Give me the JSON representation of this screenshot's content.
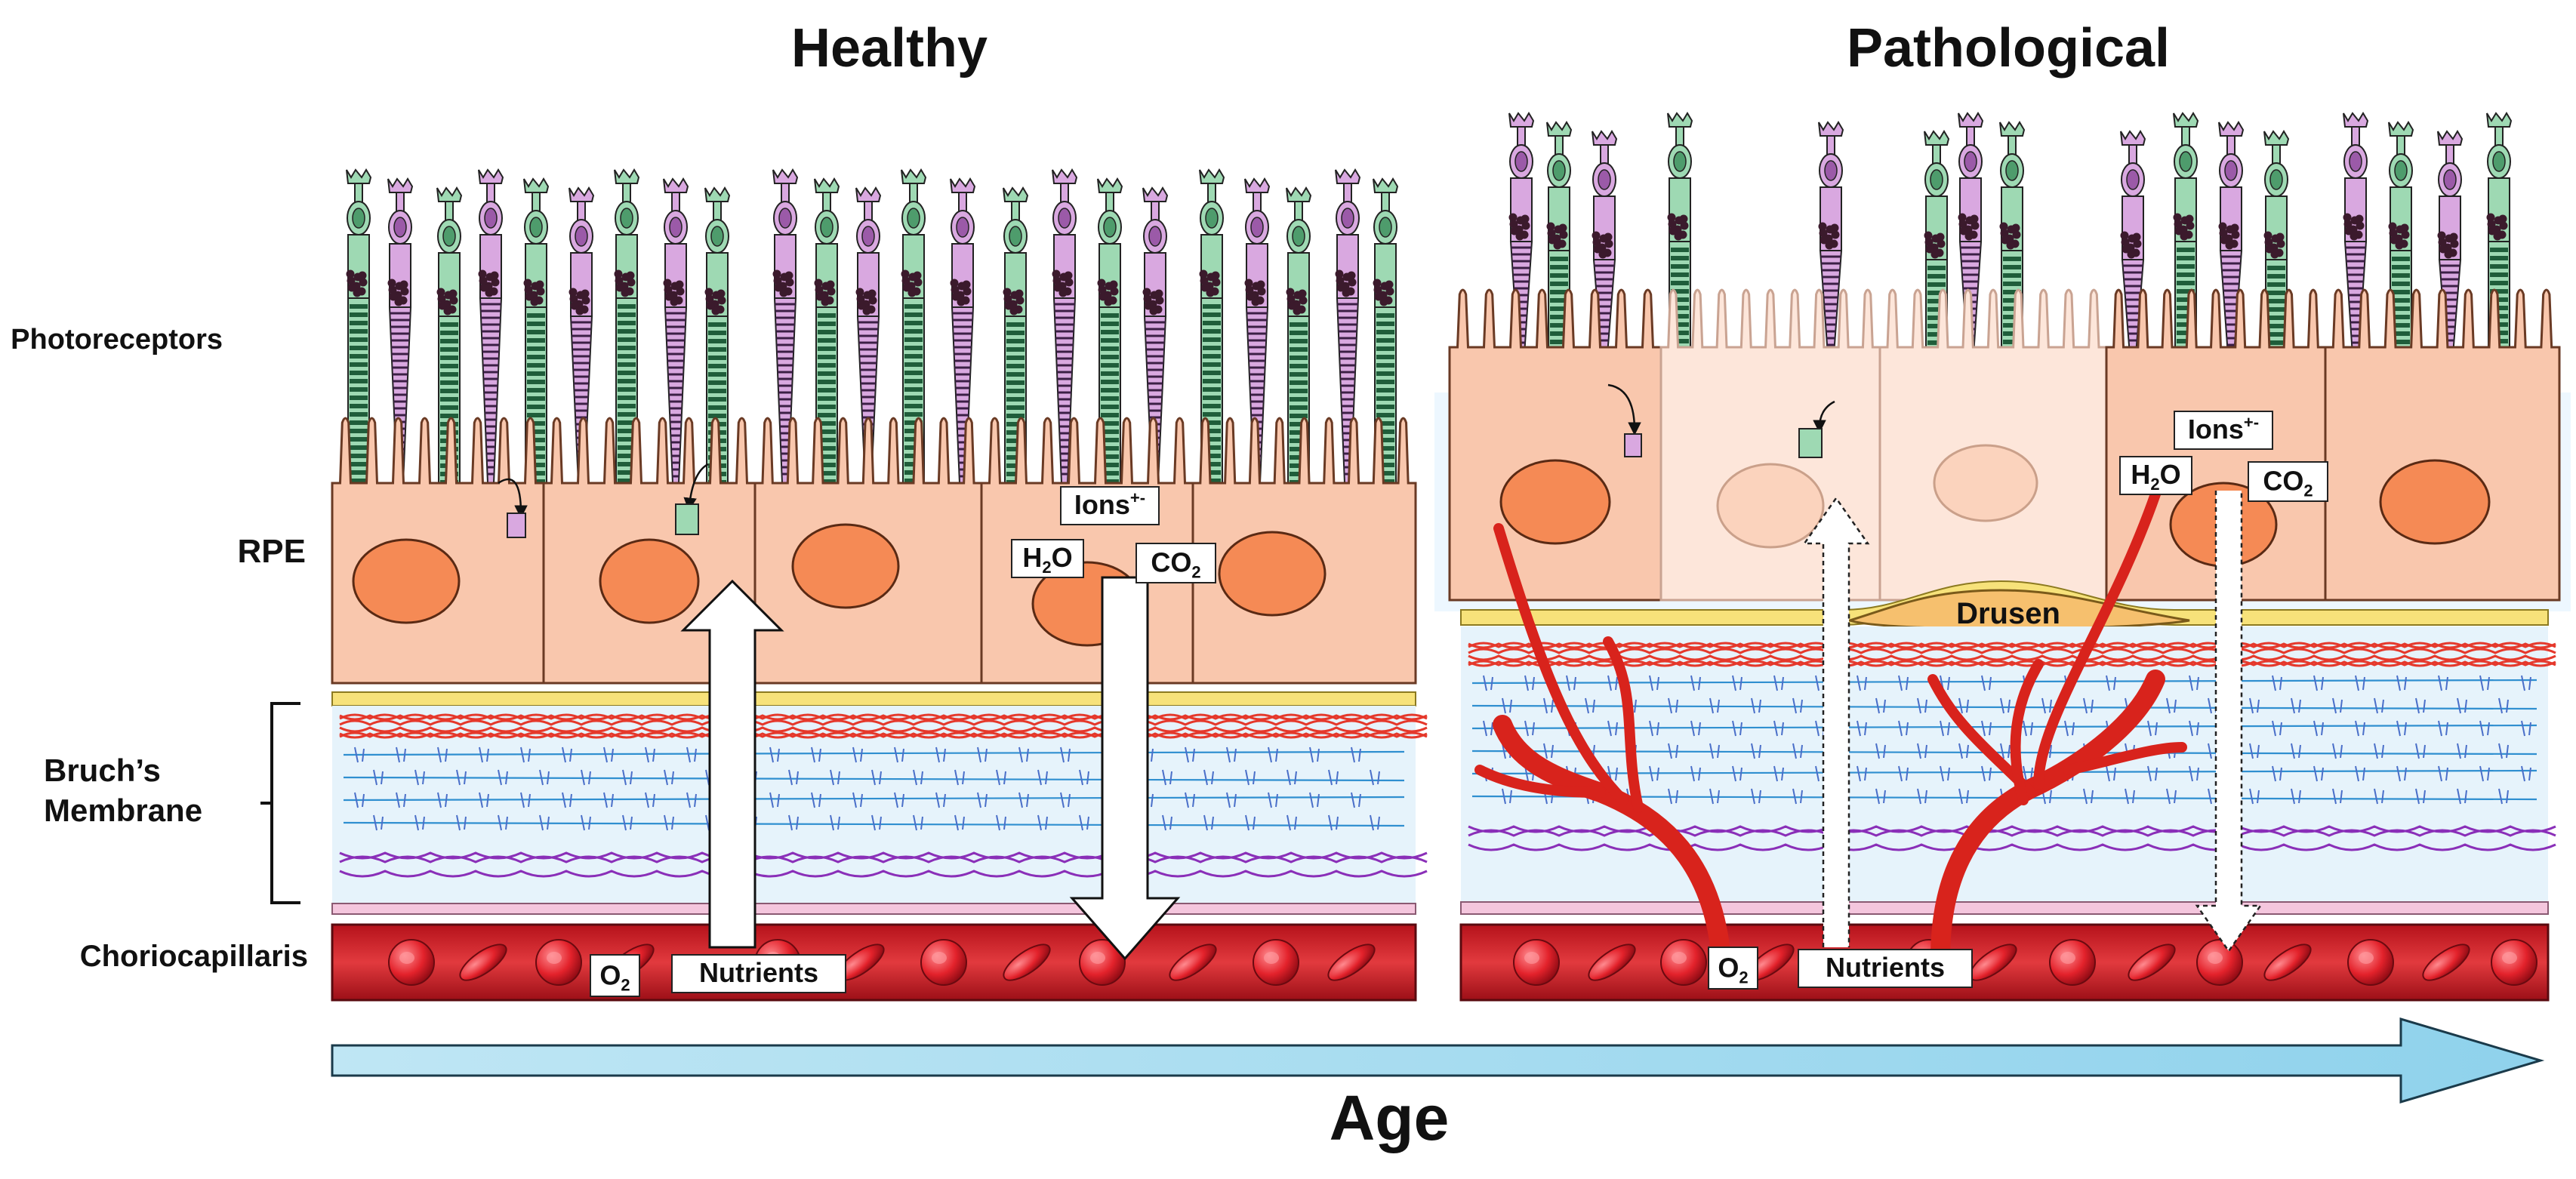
{
  "titles": {
    "healthy": "Healthy",
    "pathological": "Pathological"
  },
  "layers": {
    "photoreceptors": "Photoreceptors",
    "rpe": "RPE",
    "bruchs_line1": "Bruch’s",
    "bruchs_line2": "Membrane",
    "choriocapillaris": "Choriocapillaris"
  },
  "labels": {
    "ions": "Ions",
    "ions_sup": "+-",
    "h2o_h": "H",
    "h2o_sub": "2",
    "h2o_o": "O",
    "co2_co": "CO",
    "co2_sub": "2",
    "o2_o": "O",
    "o2_sub": "2",
    "nutrients": "Nutrients",
    "drusen": "Drusen"
  },
  "age_label": "Age",
  "colors": {
    "rpe_fill": "#f9c7ad",
    "rpe_pale": "#fde6da",
    "nucleus": "#f58a55",
    "rod": "#9ed9b3",
    "cone": "#d9a8e0",
    "stack": "#1f5d3a",
    "melanin": "#3b1a2c",
    "membrane_yellow": "#f7e27a",
    "membrane_pink": "#f4c6dd",
    "fiber_red": "#e5382b",
    "fiber_blue": "#2f8fd0",
    "fiber_purple": "#8a2fb8",
    "blood": "#d5252a",
    "blood_cell": "#b3121c",
    "vessel": "#d8231c",
    "drusen": "#f6c06e",
    "age_arrow": "#a8dcef"
  }
}
